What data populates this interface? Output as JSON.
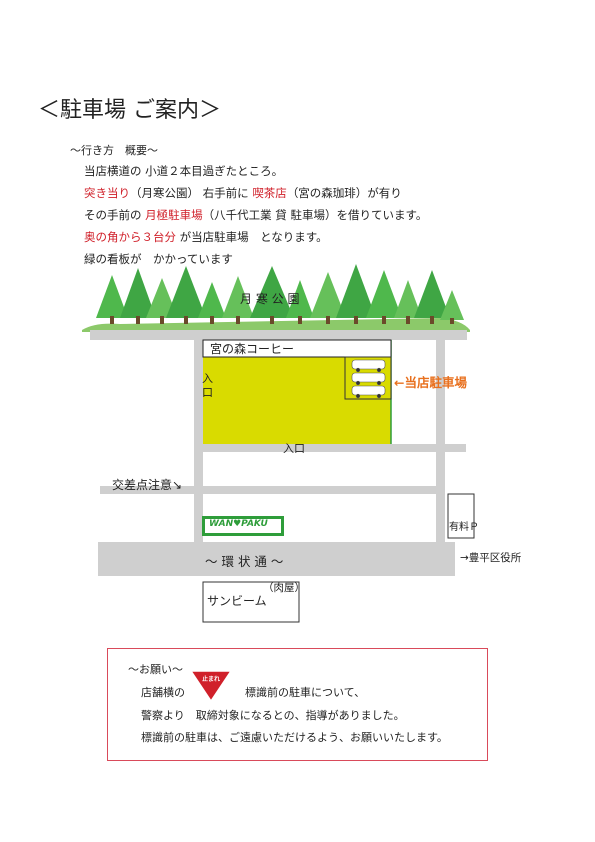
{
  "title": "＜駐車場 ご案内＞",
  "directions": {
    "heading": "〜行き方　概要〜",
    "line1": "当店横道の 小道２本目過ぎたところ。",
    "line2_a": "突き当り",
    "line2_b": "（月寒公園） 右手前に ",
    "line2_c": "喫茶店",
    "line2_d": "（宮の森珈琲）が有り",
    "line3_a": "その手前の ",
    "line3_b": "月極駐車場",
    "line3_c": "（八千代工業 貸 駐車場）を借りています。",
    "line4_a": "奥の角から３台分",
    "line4_b": " が当店駐車場　となります。",
    "line5": "緑の看板が　かかっています"
  },
  "map": {
    "park_label": "月 寒 公 園",
    "cafe_label": "宮の森コーヒー",
    "entrance_left": "入口",
    "entrance_bottom": "入口",
    "parking_arrow_label": "←当店駐車場",
    "intersection_label": "交差点注意↘",
    "shop_sign": "WAN♥PAKU",
    "paid_parking": "有料Ｐ",
    "main_road": "〜 環 状 通 〜",
    "direction_label": "→豊平区役所",
    "sunbeam_label": "サンビーム",
    "sunbeam_sub": "（肉屋）"
  },
  "notice": {
    "heading": "〜お願い〜",
    "line1_a": "店舗横の",
    "stop_sign_text": "止まれ",
    "line1_b": "標識前の駐車について、",
    "line2": "警察より　取締対象になるとの、指導がありました。",
    "line3": "標識前の駐車は、ご遠慮いただけるよう、お願いいたします。"
  },
  "colors": {
    "parking_lot": "#d9db00",
    "road": "#cfcfcf",
    "accent_red": "#d0202a",
    "arrow_orange": "#e8701e",
    "tree_green": "#4fb84c",
    "notice_border": "#d94a5a"
  }
}
